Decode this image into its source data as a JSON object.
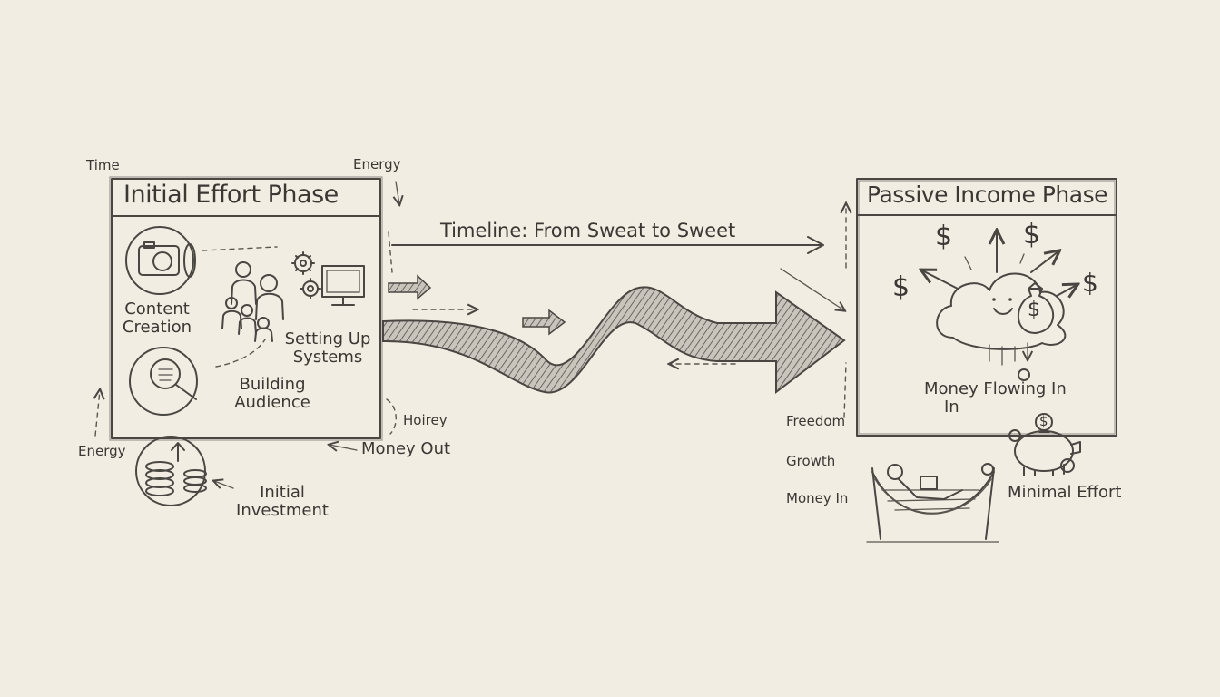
{
  "timeline_label": "Timeline: From Sweat to Sweet",
  "left_phase": {
    "title": "Initial Effort Phase",
    "corner_time": "Time",
    "corner_energy_top": "Energy",
    "content_creation": [
      "Content",
      "Creation"
    ],
    "setting_up_systems": [
      "Setting Up",
      "Systems"
    ],
    "building_audience": [
      "Building",
      "Audience"
    ],
    "honey": "Hoirey",
    "money_out": "Money Out",
    "energy_bottom": "Energy",
    "initial_investment": [
      "Initial",
      "Investment"
    ]
  },
  "right_phase": {
    "title": "Passive Income Phase",
    "money_flowing_in": [
      "Money Flowing In",
      "In"
    ],
    "freedom": "Freedom",
    "growth": "Growth",
    "money_in": "Money In",
    "minimal_effort": "Minimal Effort",
    "dollar_sign": "$"
  },
  "icons": [
    "camera-icon",
    "people-icon",
    "gears-icon",
    "monitor-icon",
    "magnifier-icon",
    "coins-icon",
    "cloud-icon",
    "money-bag-icon",
    "piggy-bank-icon",
    "hammock-icon"
  ]
}
